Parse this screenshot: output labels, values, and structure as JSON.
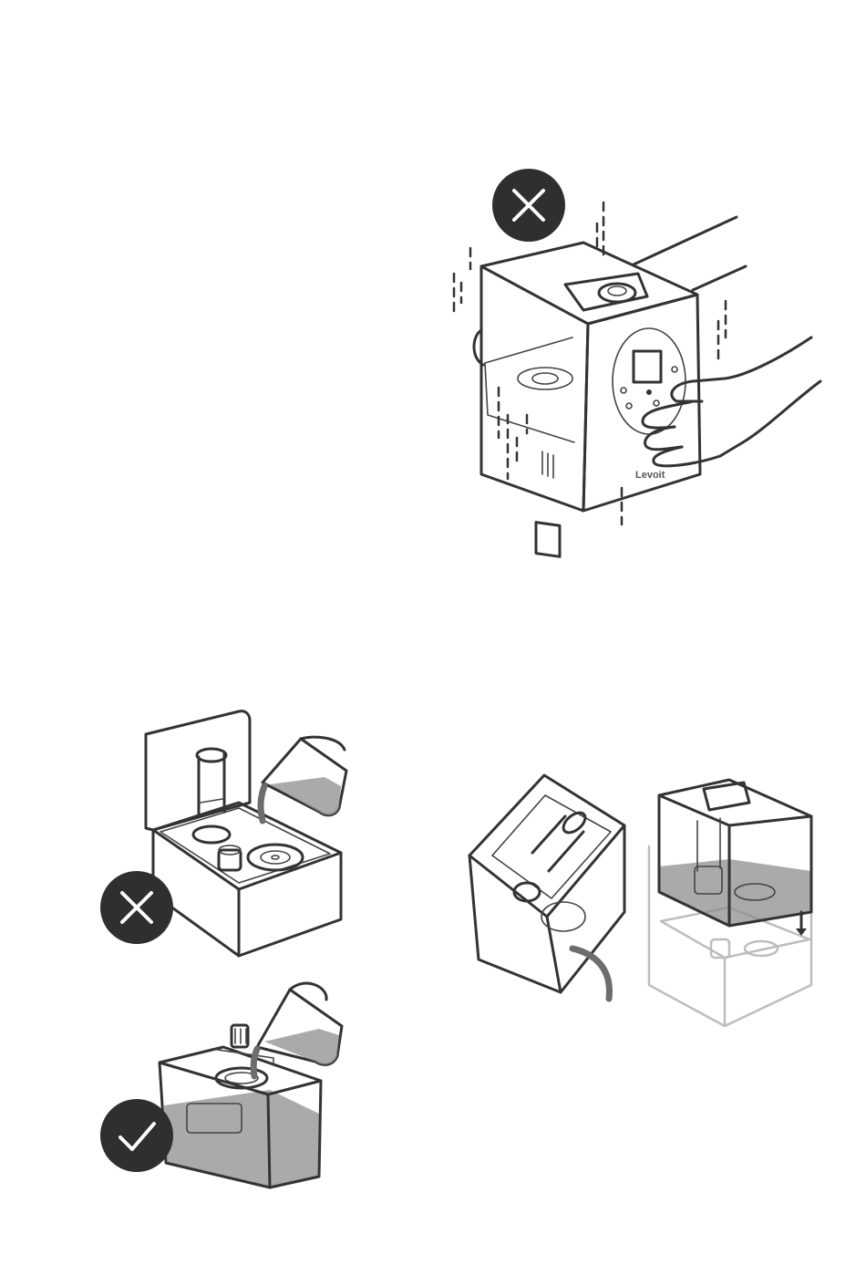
{
  "brand_label": "Levoit",
  "colors": {
    "badge_background": "#2f2f2f",
    "line_art": "#333333",
    "water": "#8e8e8e"
  },
  "panels": [
    {
      "id": "carry-full-unit",
      "badge": "x-mark-icon",
      "meaning": "incorrect"
    },
    {
      "id": "fill-base-directly",
      "badge": "x-mark-icon",
      "meaning": "incorrect"
    },
    {
      "id": "fill-water-tank",
      "badge": "check-mark-icon",
      "meaning": "correct"
    },
    {
      "id": "empty-and-reassemble-tank",
      "badge": null
    }
  ]
}
